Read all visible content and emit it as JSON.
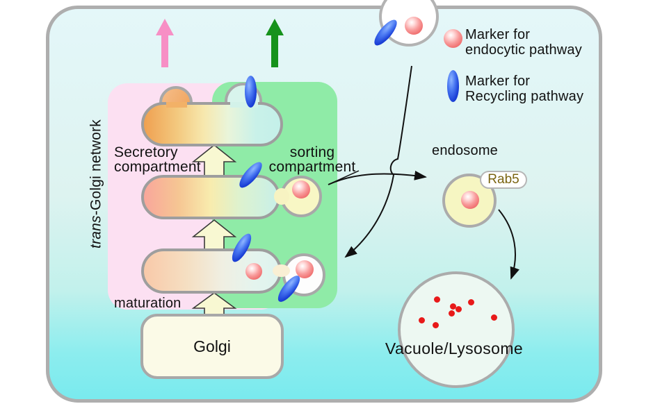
{
  "labels": {
    "trans_golgi_network": {
      "italic": "trans",
      "rest": "-Golgi network"
    },
    "secretory_compartment": {
      "line1": "Secretory",
      "line2": "compartment"
    },
    "sorting_compartment": {
      "line1": "sorting",
      "line2": "compartment"
    },
    "maturation": "maturation",
    "golgi": "Golgi",
    "endosome": "endosome",
    "rab5": "Rab5",
    "vacuole_lysosome": "Vacuole/Lysosome"
  },
  "legend": {
    "items": [
      {
        "marker": "red-sphere",
        "line1": "Marker for",
        "line2": "endocytic pathway"
      },
      {
        "marker": "blue-ellipse",
        "line1": "Marker for",
        "line2": "Recycling pathway"
      }
    ]
  },
  "colors": {
    "endocytic_marker": "#ef6b6b",
    "recycling_marker": "#1a3fd6",
    "secretory_region": "#fce0f2",
    "sorting_region": "#8feba7",
    "secretory_arrow": "#f78fc5",
    "sorting_arrow": "#16921c",
    "cytosol_top": "#e4f7f9",
    "cytosol_bottom": "#79eaee",
    "vacuole_dots": "#e81a1a",
    "rab5_text": "#7a6410"
  }
}
